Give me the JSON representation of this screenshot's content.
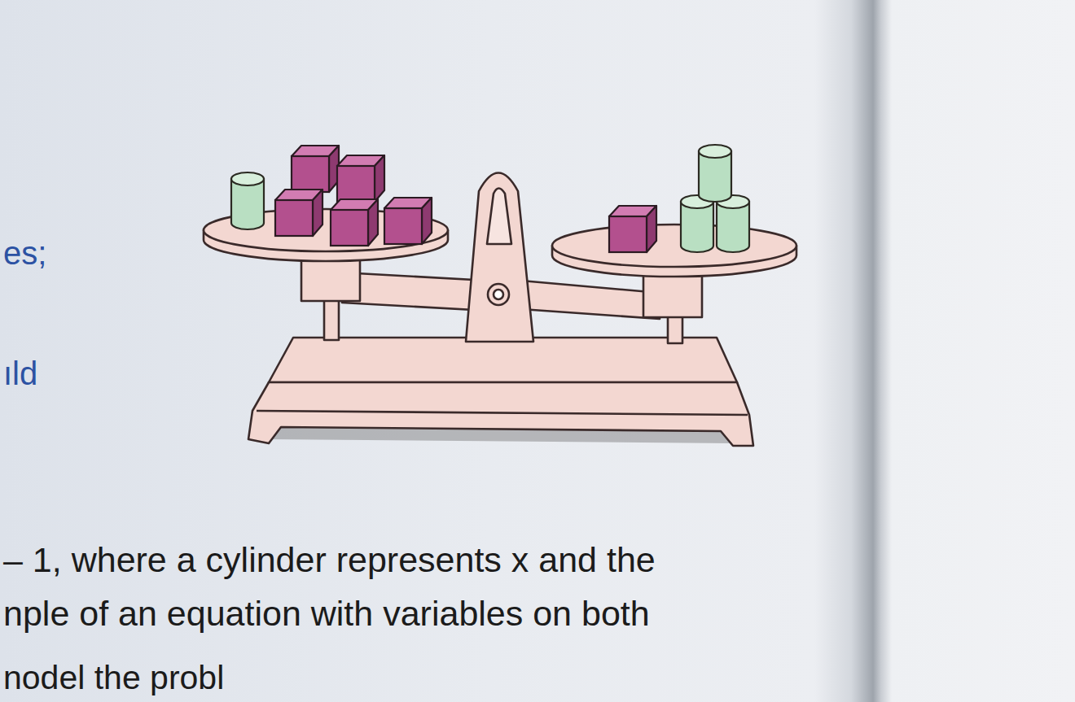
{
  "diagram": {
    "labels": [
      "es;",
      "ıld",
      "– 1, where a cylinder represents x and the",
      "nple of an equation with variables on both",
      "nodel the probl"
    ]
  }
}
